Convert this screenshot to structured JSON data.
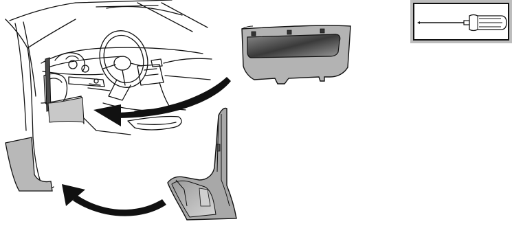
{
  "figure": {
    "kind": "automotive trim removal illustration",
    "panels": [
      {
        "name": "vehicle-interior",
        "description_visible": false
      },
      {
        "name": "glovebox-panel"
      },
      {
        "name": "kick-panel"
      },
      {
        "name": "lower-left-trim-panel"
      }
    ],
    "tool": {
      "icon": "screwdriver-icon"
    },
    "colors": {
      "line": "#111111",
      "panel_fill": "#b3b3b3",
      "panel_light": "#d2d2d2",
      "panel_dark": "#6e6e6e",
      "arrow": "#111111",
      "tool_frame": "#bdbdbd"
    }
  }
}
